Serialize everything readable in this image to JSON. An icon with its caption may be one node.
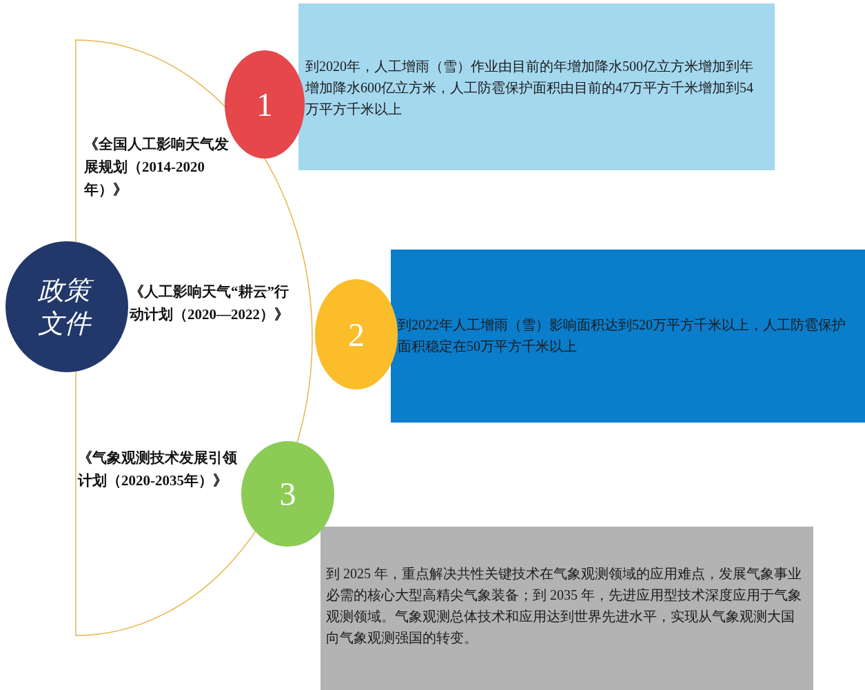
{
  "diagram": {
    "nodes": [
      {
        "text": [
          "政策文件"
        ]
      },
      {
        "text": [
          "1"
        ]
      },
      {
        "text": [
          "到2020年，人工增雨（雪）作业由目前的年增加降水500亿立方米增加到年增加降水600亿立方米，人工防雹保护面积由目前的47万平方千米增加到54万平方千米以上"
        ]
      },
      {
        "text": [
          "2"
        ]
      },
      {
        "text": [
          "到2022年人工增雨（雪）影响面积达到520万平方千米以上，人工防雹保护面积稳定在50万平方千米以上"
        ]
      },
      {
        "text": [
          "3"
        ]
      },
      {
        "text": [
          "到 2025 年，重点解决共性关键技术在气象观测领域的应用难点，发展气象事业必需的核心大型高精尖气象装备；到 2035 年，先进应用型技术深度应用于气象观测领域。气象观测总体技术和应用达到世界先进水平，实现从气象观测大国向气象观测强国的转变。"
        ]
      }
    ],
    "edges": [],
    "labels": [
      "《全国人工影响天气发展规划（2014-2020年）》",
      "《人工影响天气“耕云”行动计划（2020—2022）》",
      "《气象观测技术发展引领计划（2020-2035年）》"
    ]
  }
}
